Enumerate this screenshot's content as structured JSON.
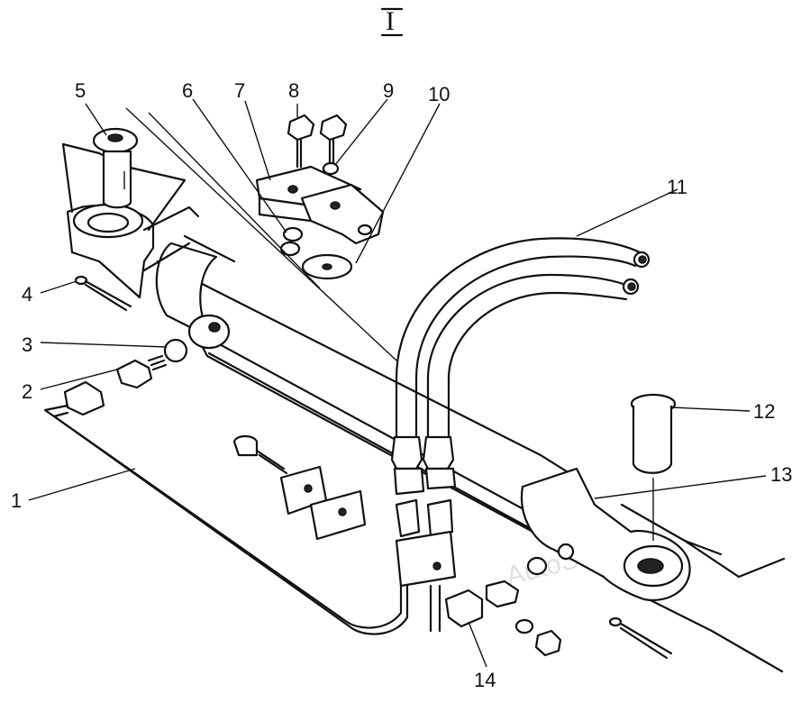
{
  "diagram": {
    "title": "I",
    "watermark": "AutoSoft",
    "callouts": [
      {
        "id": "1",
        "label": "1"
      },
      {
        "id": "2",
        "label": "2"
      },
      {
        "id": "3",
        "label": "3"
      },
      {
        "id": "4",
        "label": "4"
      },
      {
        "id": "5",
        "label": "5"
      },
      {
        "id": "6",
        "label": "6"
      },
      {
        "id": "7",
        "label": "7"
      },
      {
        "id": "8",
        "label": "8"
      },
      {
        "id": "9",
        "label": "9"
      },
      {
        "id": "10",
        "label": "10"
      },
      {
        "id": "11",
        "label": "11"
      },
      {
        "id": "12",
        "label": "12"
      },
      {
        "id": "13",
        "label": "13"
      },
      {
        "id": "14",
        "label": "14"
      }
    ]
  }
}
